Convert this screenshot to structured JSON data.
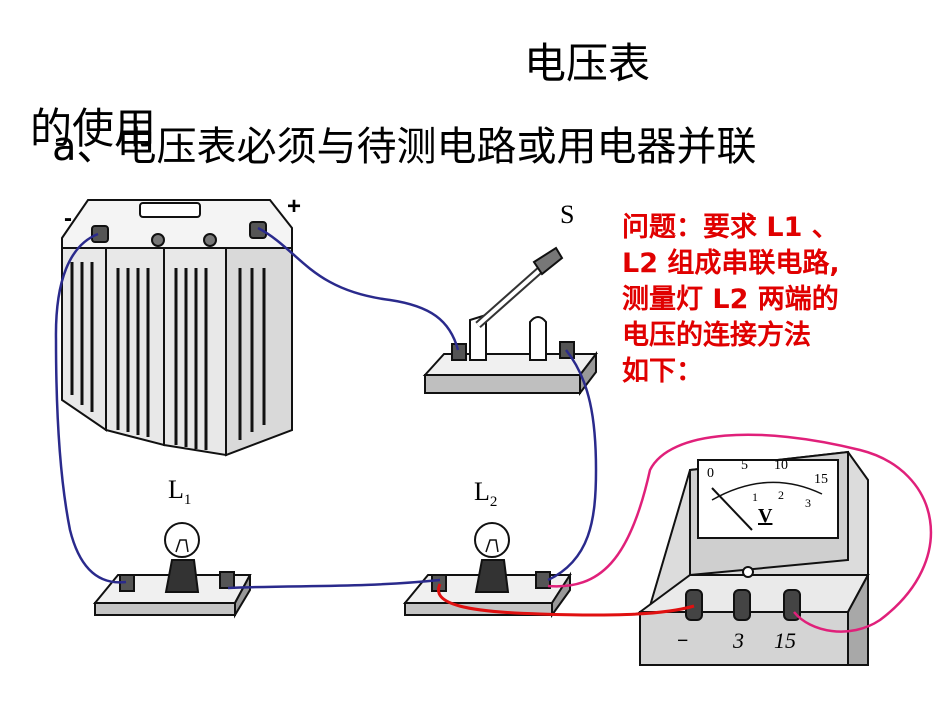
{
  "slide": {
    "title": "电压表",
    "subtitle_overlap_text": "的使用",
    "subtitle_main": "a、电压表必须与待测电路或用电器并联"
  },
  "labels": {
    "switch": "S",
    "lamp1": "L",
    "lamp1_sub": "1",
    "lamp2": "L",
    "lamp2_sub": "2",
    "battery_negative": "-",
    "battery_positive": "+"
  },
  "note": {
    "lines": [
      "问题：要求 L1 、",
      "L2 组成串联电路,",
      "测量灯 L2 两端的",
      "电压的连接方法",
      "如下："
    ]
  },
  "voltmeter": {
    "scale_top": [
      "0",
      "5",
      "10",
      "15"
    ],
    "scale_bottom": [
      "1",
      "2",
      "3"
    ],
    "symbol": "V",
    "terminals": [
      "−",
      "3",
      "15"
    ]
  },
  "colors": {
    "note_text": "#e00000",
    "series_wire": "#2a2a8c",
    "meter_wire_red": "#e01010",
    "meter_wire_pink": "#e0207a"
  }
}
